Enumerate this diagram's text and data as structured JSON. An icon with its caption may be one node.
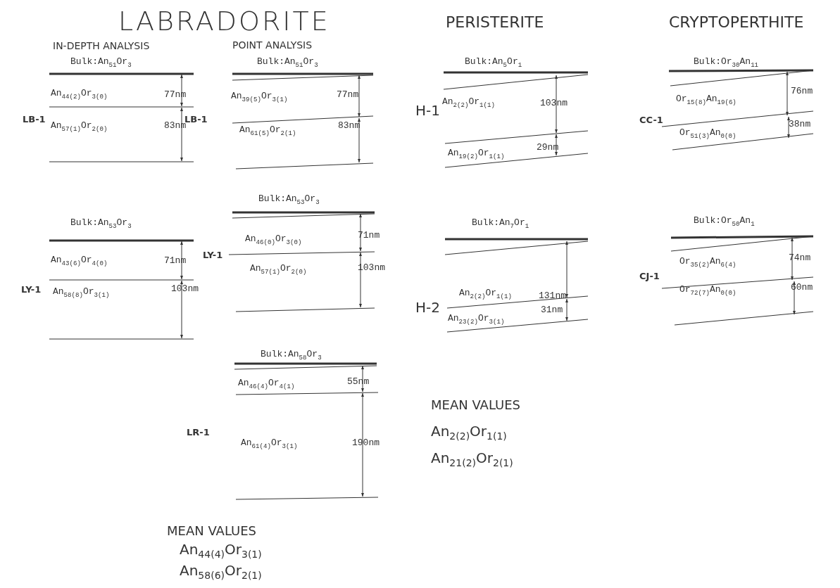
{
  "diagram": {
    "labels": [
      "LABRADORITE",
      "PERISTERITE",
      "CRYPTOPERTHITE",
      "IN-DEPTH ANALYSIS",
      "POINT ANALYSIS",
      "Bulk:An$_{51}$Or$_{3}$",
      "Bulk:An$_{51}$Or$_{3}$",
      "Bulk:An$_{5}$Or$_{1}$",
      "Bulk:Or$_{30}$An$_{11}$",
      "An$_{44(2)}$Or$_{3(0)}$",
      "77nm",
      "An$_{39(5)}$Or$_{3(1)}$",
      "77nm",
      "H-1",
      "An$_{2(2)}$Or$_{1(1)}$",
      "103nm",
      "Or$_{15(8)}$An$_{19(6)}$",
      "76nm",
      "LB-1",
      "LB-1",
      "CC-1",
      "An$_{57(1)}$Or$_{2(0)}$",
      "83nm",
      "An$_{61(5)}$Or$_{2(1)}$",
      "83nm",
      "An$_{19(2)}$Or$_{1(1)}$",
      "29nm",
      "Or$_{51(3)}$An$_{0(0)}$",
      "38nm",
      "Bulk:An$_{53}$Or$_{3}$",
      "Bulk:An$_{53}$Or$_{3}$",
      "Bulk:An$_{7}$Or$_{1}$",
      "Bulk:Or$_{50}$An$_{1}$",
      "An$_{46(0)}$Or$_{3(0)}$",
      "71nm",
      "LY-1",
      "An$_{43(6)}$Or$_{4(0)}$",
      "71nm",
      "Or$_{35(2)}$An$_{6(4)}$",
      "74nm",
      "CJ-1",
      "An$_{57(1)}$Or$_{2(0)}$",
      "103nm",
      "H-2",
      "An$_{2(2)}$Or$_{1(1)}$",
      "131nm",
      "LY-1",
      "An$_{58(8)}$Or$_{3(1)}$",
      "103nm",
      "Or$_{72(7)}$An$_{0(0)}$",
      "60nm",
      "An$_{23(2)}$Or$_{3(1)}$",
      "31nm",
      "Bulk:An$_{58}$Or$_{3}$",
      "An$_{46(4)}$Or$_{4(1)}$",
      "55nm",
      "MEAN VALUES",
      "LR-1",
      "An$_{2(2)}$Or$_{1(1)}$",
      "An$_{61(4)}$Or$_{3(1)}$",
      "190nm",
      "An$_{21(2)}$Or$_{2(1)}$",
      "MEAN VALUES",
      "An$_{44(4)}$Or$_{3(1)}$",
      "An$_{58(6)}$Or$_{2(1)}$"
    ]
  }
}
